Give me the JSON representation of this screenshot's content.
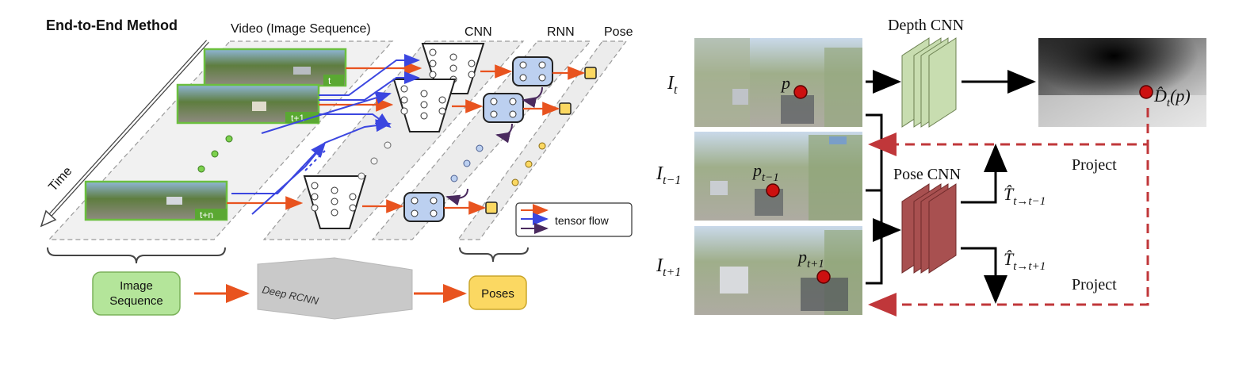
{
  "left": {
    "title": "End-to-End Method",
    "col_video": "Video (Image Sequence)",
    "col_cnn": "CNN",
    "col_rnn": "RNN",
    "col_pose": "Pose",
    "time_label": "Time",
    "frame_labels": [
      "t",
      "t+1",
      "t+n"
    ],
    "legend_label": "tensor flow",
    "box_image_sequence": [
      "Image",
      "Sequence"
    ],
    "box_deep_rcnn": "Deep RCNN",
    "box_poses": "Poses",
    "colors": {
      "orange": "#e8531f",
      "blue": "#3b46e0",
      "purple": "#4a2a5e",
      "green_box": "#b4e59a",
      "pose_box": "#fbd862"
    }
  },
  "right": {
    "depth_cnn": "Depth CNN",
    "pose_cnn": "Pose CNN",
    "row_labels": [
      {
        "base": "I",
        "sub": "t"
      },
      {
        "base": "I",
        "sub": "t−1"
      },
      {
        "base": "I",
        "sub": "t+1"
      }
    ],
    "point_labels": [
      {
        "base": "p",
        "sub": ""
      },
      {
        "base": "p",
        "sub": "t−1"
      },
      {
        "base": "p",
        "sub": "t+1"
      }
    ],
    "depth_label": {
      "base": "D̂",
      "sub": "t",
      "suffix": "(p)"
    },
    "pose_outputs": [
      {
        "base": "T̂",
        "sub": "t→t−1"
      },
      {
        "base": "T̂",
        "sub": "t→t+1"
      }
    ],
    "project_labels": [
      "Project",
      "Project"
    ],
    "colors": {
      "dashed": "#c0373a",
      "pose_cnn": "#a04a4a",
      "depth_cnn": "#c8ddb0"
    }
  }
}
